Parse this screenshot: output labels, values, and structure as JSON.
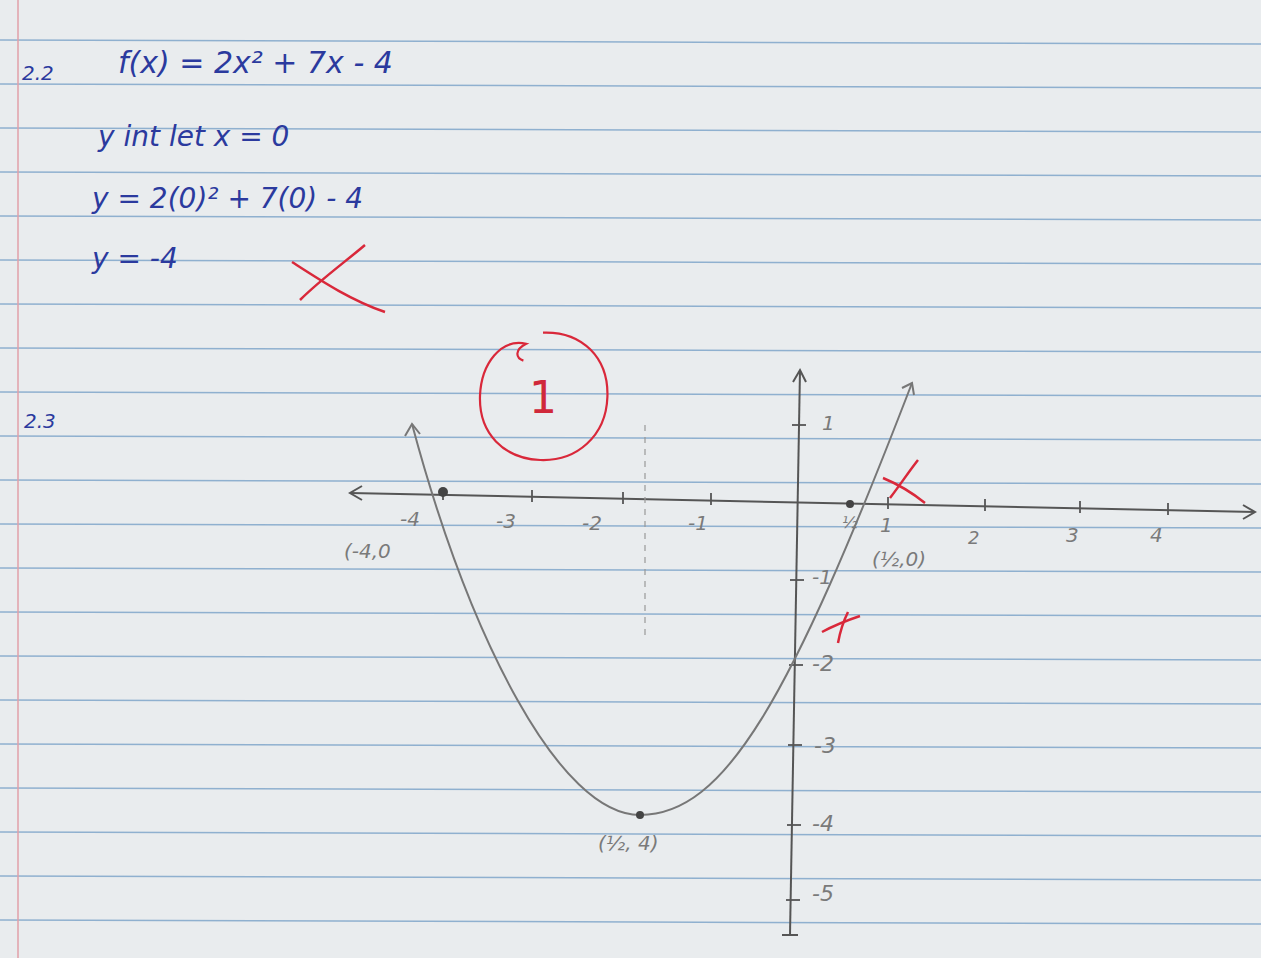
{
  "diagram": {
    "nodes": [
      {
        "text": [
          "1"
        ]
      }
    ],
    "labels": [
      "2.2",
      "f(x) = 2x² + 7x - 4",
      "y int let x = 0",
      "y = 2(0)² + 7(0) - 4",
      "y = -4",
      "2.3",
      "-4",
      "-3",
      "-2",
      "-1",
      "½",
      "1",
      "2",
      "3",
      "4",
      "1",
      "-1",
      "-2",
      "-3",
      "-4",
      "-5",
      "(-4,0",
      "(½,0)",
      "(½, 4)"
    ]
  }
}
